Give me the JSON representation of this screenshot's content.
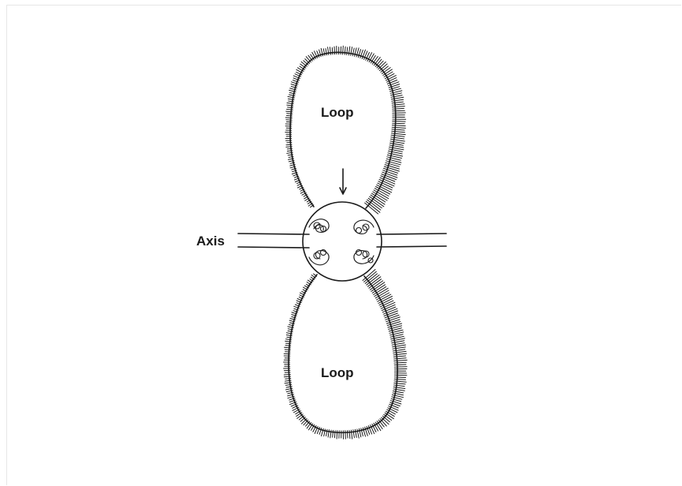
{
  "labels": {
    "top_loop": "Loop",
    "bottom_loop": "Loop",
    "axis": "Axis"
  },
  "colors": {
    "ink": "#1a1a1a",
    "background": "#ffffff"
  }
}
